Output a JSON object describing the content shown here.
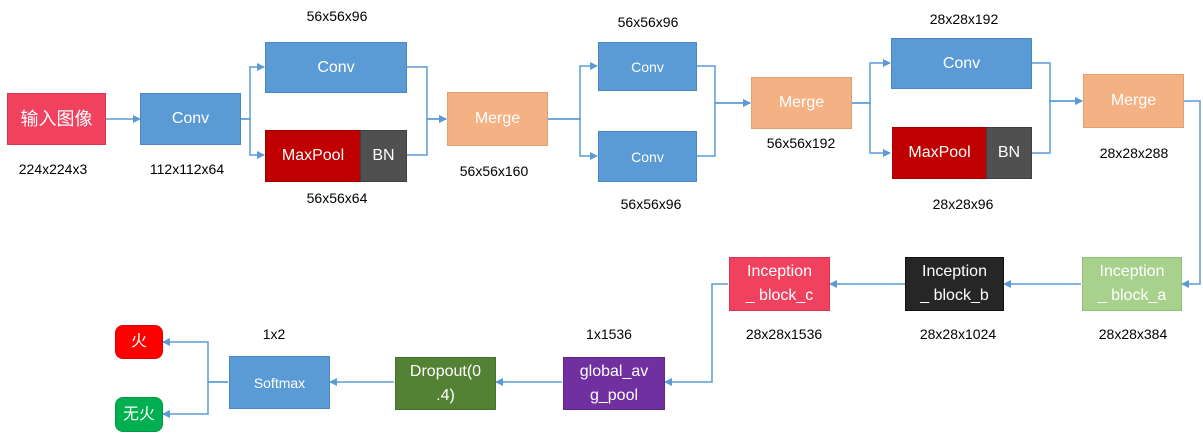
{
  "nodes": {
    "input": "输入图像",
    "conv1": "Conv",
    "conv2": "Conv",
    "maxpool1": "MaxPool",
    "bn1": "BN",
    "merge1": "Merge",
    "conv3": "Conv",
    "conv4": "Conv",
    "merge2": "Merge",
    "conv5": "Conv",
    "maxpool2": "MaxPool",
    "bn2": "BN",
    "merge3": "Merge",
    "inception_a": [
      "Inception",
      "_ block_a"
    ],
    "inception_b": [
      "Inception",
      "_ block_b"
    ],
    "inception_c": [
      "Inception",
      "_ block_c"
    ],
    "gap": [
      "global_av",
      "g_pool"
    ],
    "dropout": [
      "Dropout(0",
      ".4)"
    ],
    "softmax": "Softmax",
    "fire": "火",
    "nofire": "无火"
  },
  "shapes": {
    "input": "224x224x3",
    "conv1": "112x112x64",
    "conv2": "56x56x96",
    "maxpool1": "56x56x64",
    "merge1": "56x56x160",
    "conv3": "56x56x96",
    "conv4": "56x56x96",
    "merge2": "56x56x192",
    "conv5": "28x28x192",
    "maxpool2": "28x28x96",
    "merge3": "28x28x288",
    "inception_a": "28x28x384",
    "inception_b": "28x28x1024",
    "inception_c": "28x28x1536",
    "gap": "1x1536",
    "softmax": "1x2"
  },
  "colors": {
    "conv": "#5b9bd5",
    "merge": "#f4b183",
    "maxpool": "#c00000",
    "bn": "#505050",
    "input": "#f0415f",
    "inception_a": "#a9d18e",
    "inception_b": "#262626",
    "inception_c": "#f0415f",
    "gap": "#7030a0",
    "dropout": "#548235",
    "fire": "#ff0000",
    "nofire": "#00b050",
    "arrow": "#5b9bd5"
  }
}
